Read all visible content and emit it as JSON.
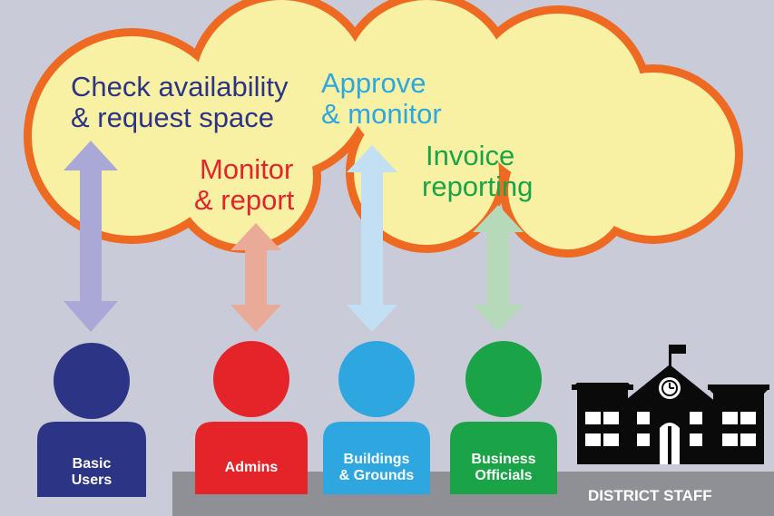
{
  "colors": {
    "background": "#c9ccd8",
    "cloud_fill": "#f8f1a4",
    "cloud_outline": "#ee6a22",
    "base_strip": "#8e9096",
    "basic_users": "#2c3585",
    "admins": "#e5242a",
    "buildings_grounds": "#2ea7e0",
    "business_officials": "#1aa347",
    "arrow_basic": "#a9a8d6",
    "arrow_admins": "#eaaa98",
    "arrow_buildings": "#c3dff3",
    "arrow_business": "#b5d9b9"
  },
  "cloud": {
    "basic_users_action": [
      "Check availability",
      "& request space"
    ],
    "admins_action": [
      "Monitor",
      "& report"
    ],
    "buildings_action": [
      "Approve",
      "& monitor"
    ],
    "business_action": [
      "Invoice",
      "reporting"
    ]
  },
  "people": {
    "basic_users": [
      "Basic",
      "Users"
    ],
    "admins": [
      "Admins"
    ],
    "buildings_grounds": [
      "Buildings",
      "& Grounds"
    ],
    "business_officials": [
      "Business",
      "Officials"
    ]
  },
  "base_label": "DISTRICT STAFF",
  "icons": {
    "building": "school-building-icon"
  }
}
